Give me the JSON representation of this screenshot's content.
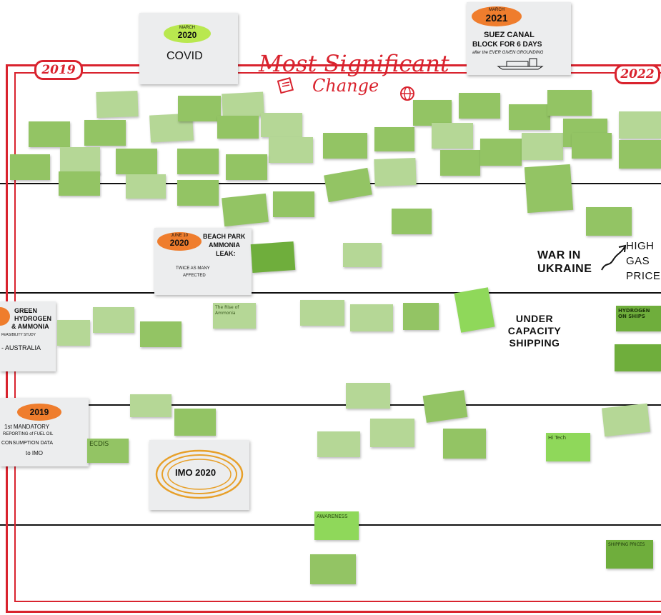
{
  "board": {
    "title_line1": "Most Significant",
    "title_line2": "Change",
    "year_start": "2019",
    "year_end": "2022",
    "accent_color": "#d9232e",
    "sticky_colors": [
      "#b5d796",
      "#93c464",
      "#6fae3c",
      "#8fd85a"
    ],
    "badge_color": "#ef7d2d"
  },
  "events": {
    "covid": {
      "month": "MARCH",
      "year": "2020",
      "text": "COVID"
    },
    "suez": {
      "month": "MARCH",
      "year": "2021",
      "line1": "SUEZ CANAL",
      "line2": "BLOCK FOR 6 DAYS",
      "line3": "after the EVER GIVEN GROUNDING"
    },
    "beach_park": {
      "month": "JUNE 10",
      "year": "2020",
      "line1": "BEACH PARK",
      "line2": "AMMONIA",
      "line3": "LEAK:",
      "line4": "TWICE AS MANY",
      "line5": "AFFECTED"
    },
    "green_hydrogen": {
      "line1": "GREEN",
      "line2": "HYDROGEN",
      "line3": "& AMMONIA",
      "line4": "FEASIBILITY STUDY",
      "line5": "- AUSTRALIA"
    },
    "mandatory_reporting": {
      "year": "2019",
      "line1": "1st MANDATORY",
      "line2": "REPORTING of FUEL OIL",
      "line3": "CONSUMPTION DATA",
      "line4": "to IMO"
    },
    "imo2020": {
      "text": "IMO 2020"
    }
  },
  "annotations": {
    "war": "WAR IN UKRAINE",
    "gas": "HIGH GAS PRICE",
    "shipping": "UNDER CAPACITY SHIPPING"
  },
  "stickies": {
    "hydrogen_ships": "HYDROGEN ON SHIPS",
    "awareness": "AWARENESS",
    "shipping_prices": "SHIPPING PRICES",
    "ecdis": "ECDIS",
    "hi_tech": "Hi Tech",
    "the_rise_of_ammonia": "The Rise of Ammonia"
  }
}
